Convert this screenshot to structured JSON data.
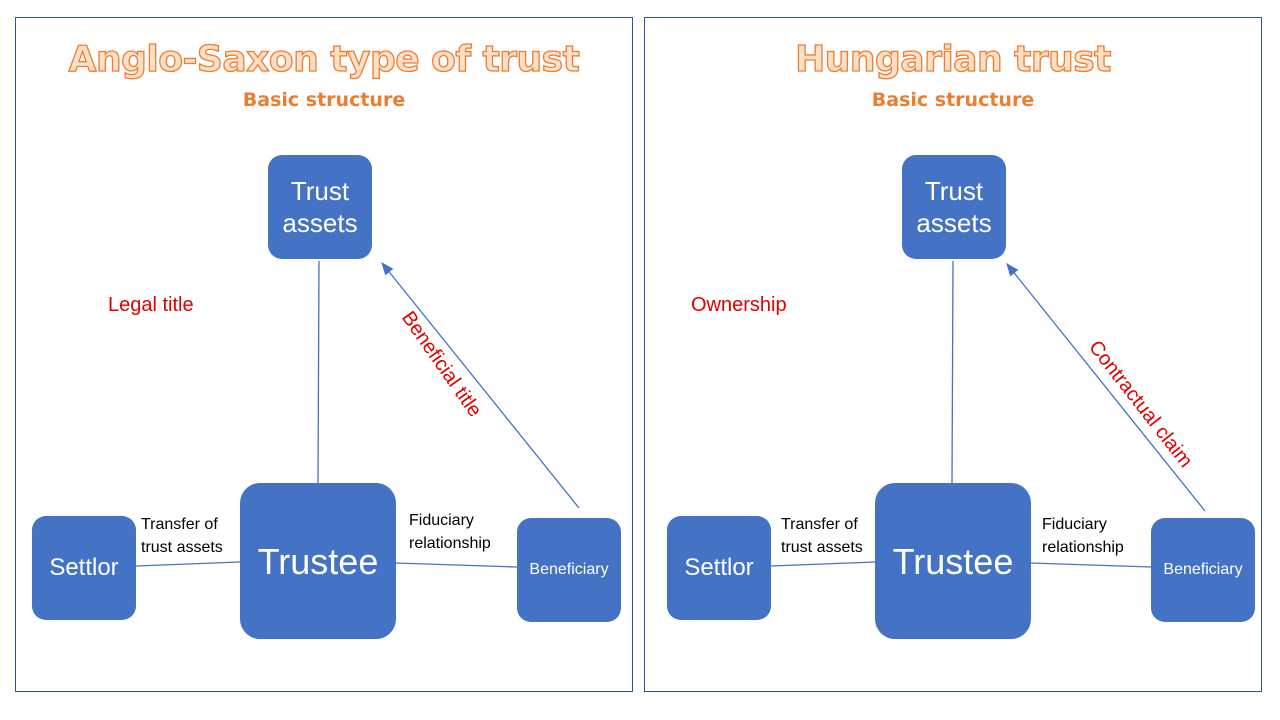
{
  "panels": [
    {
      "title": "Anglo-Saxon type of trust",
      "subtitle": "Basic structure",
      "nodes": {
        "assets_line1": "Trust",
        "assets_line2": "assets",
        "trustee": "Trustee",
        "settlor": "Settlor",
        "beneficiary": "Beneficiary"
      },
      "labels": {
        "vertical_relation": "Legal title",
        "diagonal_relation": "Beneficial title",
        "transfer_line1": "Transfer of",
        "transfer_line2": "trust assets",
        "fiduciary_line1": "Fiduciary",
        "fiduciary_line2": "relationship"
      }
    },
    {
      "title": "Hungarian trust",
      "subtitle": "Basic structure",
      "nodes": {
        "assets_line1": "Trust",
        "assets_line2": "assets",
        "trustee": "Trustee",
        "settlor": "Settlor",
        "beneficiary": "Beneficiary"
      },
      "labels": {
        "vertical_relation": "Ownership",
        "diagonal_relation": "Contractual claim",
        "transfer_line1": "Transfer of",
        "transfer_line2": "trust assets",
        "fiduciary_line1": "Fiduciary",
        "fiduciary_line2": "relationship"
      }
    }
  ],
  "colors": {
    "node_fill": "#4472c4",
    "title_outline": "#ed7d31",
    "relation_text": "#e00000",
    "frame": "#2f5597"
  }
}
